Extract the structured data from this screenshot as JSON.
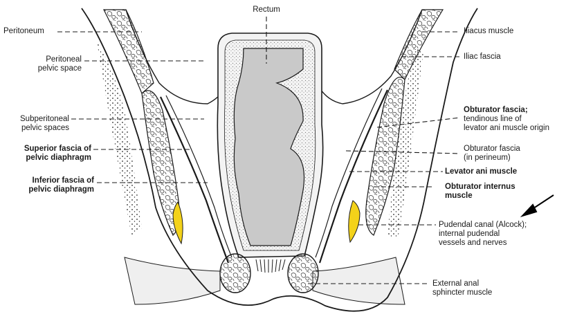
{
  "diagram": {
    "top_label": "Rectum",
    "left_labels": [
      {
        "id": "peritoneum",
        "lines": [
          "Peritoneum"
        ],
        "bold": false
      },
      {
        "id": "peritoneal-pelvic-space",
        "lines": [
          "Peritoneal",
          "pelvic space"
        ],
        "bold": false
      },
      {
        "id": "subperitoneal-pelvic-spaces",
        "lines": [
          "Subperitoneal",
          "pelvic spaces"
        ],
        "bold": false
      },
      {
        "id": "superior-fascia",
        "lines": [
          "Superior fascia of",
          "pelvic diaphragm"
        ],
        "bold": true
      },
      {
        "id": "inferior-fascia",
        "lines": [
          "Inferior fascia of",
          "pelvic diaphragm"
        ],
        "bold": true
      }
    ],
    "right_labels": [
      {
        "id": "iliacus-muscle",
        "lines": [
          "Iliacus muscle"
        ],
        "bold": false
      },
      {
        "id": "iliac-fascia",
        "lines": [
          "Iliac fascia"
        ],
        "bold": false
      },
      {
        "id": "obturator-fascia-tendinous",
        "lines": [
          "Obturator fascia;",
          "tendinous line of",
          "levator ani muscle origin"
        ],
        "bold_first_line": true
      },
      {
        "id": "obturator-fascia-perineum",
        "lines": [
          "Obturator fascia",
          "(in perineum)"
        ],
        "bold": false
      },
      {
        "id": "levator-ani",
        "lines": [
          "Levator ani muscle"
        ],
        "bold": true
      },
      {
        "id": "obturator-internus",
        "lines": [
          "Obturator internus",
          "muscle"
        ],
        "bold": true
      },
      {
        "id": "pudendal-canal",
        "lines": [
          "Pudendal canal (Alcock);",
          "internal pudendal",
          "vessels and nerves"
        ],
        "bold": false
      },
      {
        "id": "external-anal-sphincter",
        "lines": [
          "External anal",
          "sphincter muscle"
        ],
        "bold": false
      }
    ],
    "colors": {
      "line": "#1a1a1a",
      "rectum_fill": "#cfcfcf",
      "tissue_fill": "#f2f2f2",
      "canal_fill": "#f3d21a",
      "arrow": "#000000"
    }
  }
}
